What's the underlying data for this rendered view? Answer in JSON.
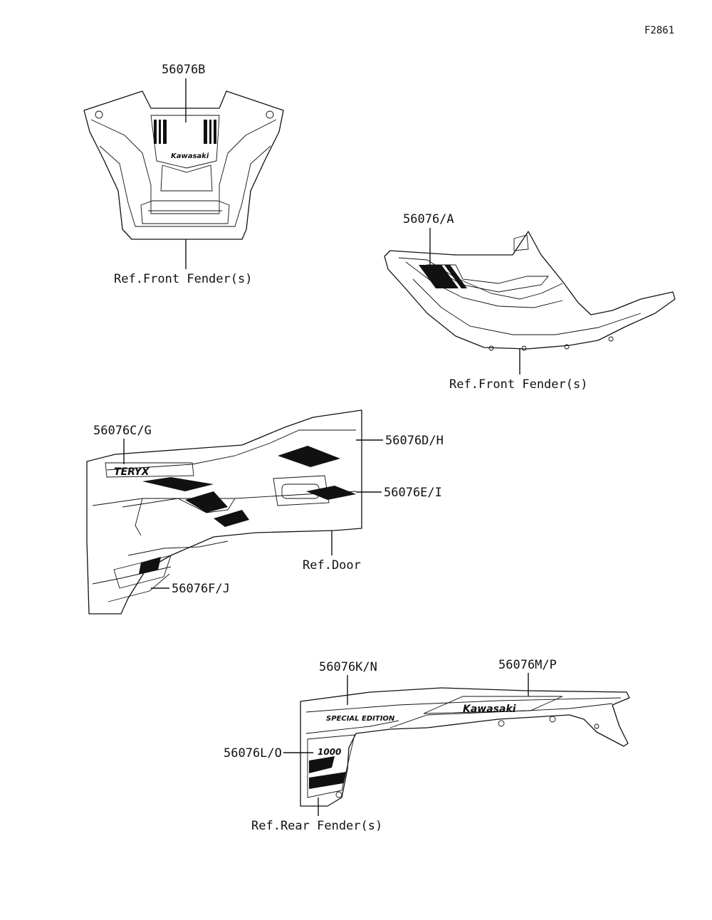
{
  "figure_code": "F2861",
  "callouts": {
    "hood_decal": "56076B",
    "hood_ref": "Ref.Front Fender(s)",
    "front_fender_decal": "56076/A",
    "front_fender_ref": "Ref.Front Fender(s)",
    "door_decal_cg": "56076C/G",
    "door_decal_dh": "56076D/H",
    "door_decal_ei": "56076E/I",
    "door_ref": "Ref.Door",
    "door_decal_fj": "56076F/J",
    "rear_decal_kn": "56076K/N",
    "rear_decal_mp": "56076M/P",
    "rear_decal_lo": "56076L/O",
    "rear_ref": "Ref.Rear Fender(s)"
  },
  "decal_text": {
    "hood_brand": "Kawasaki",
    "door_model": "TERYX",
    "rear_brand": "Kawasaki",
    "rear_edition": "SPECIAL EDITION",
    "rear_displacement": "1000"
  }
}
